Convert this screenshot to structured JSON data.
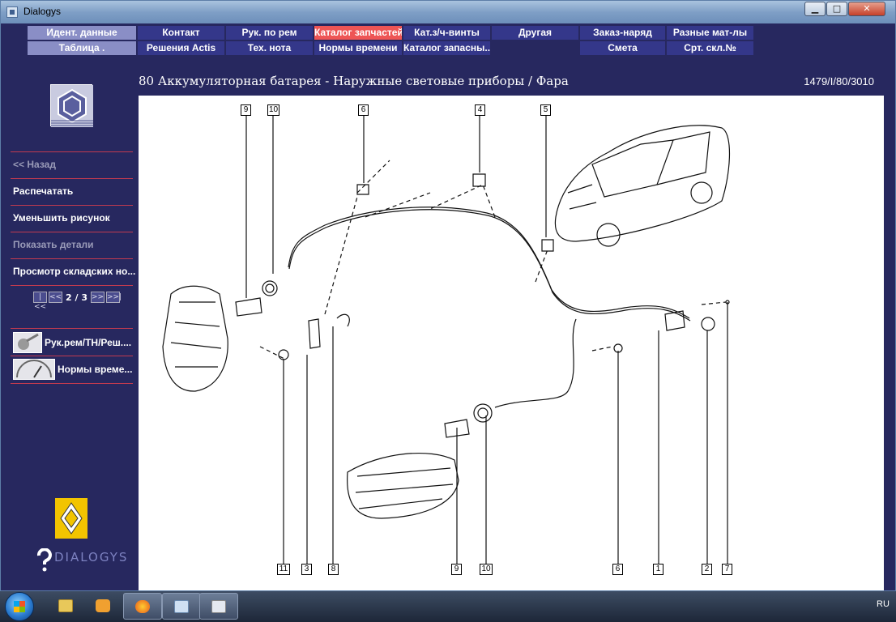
{
  "window": {
    "title": "Dialogys",
    "min_glyph": "▁",
    "max_glyph": "□",
    "close_glyph": "✕"
  },
  "tabs_row1": [
    "Идент. данные",
    "Контакт",
    "Рук. по рем",
    "Каталог запчастей",
    "Кат.з/ч-винты",
    "Другая",
    "Заказ-наряд",
    "Разные мат-лы"
  ],
  "tabs_row2": [
    "Таблица .",
    "Решения Actis",
    "Тех. нота",
    "Нормы времени",
    "Каталог запасны...",
    "",
    "Смета",
    "Срт. скл.№"
  ],
  "header": {
    "title": "80 Аккумуляторная батарея - Наружные световые приборы / Фара",
    "code": "1479/I/80/3010"
  },
  "sidebar": {
    "back": "<< Назад",
    "print": "Распечатать",
    "shrink": "Уменьшить рисунок",
    "show_details": "Показать детали",
    "warehouse": "Просмотр складских но...",
    "pager": {
      "first": "|<<",
      "prev": "<<",
      "text": "2 / 3",
      "next": ">>",
      "last": ">>|"
    },
    "links": [
      "Рук.рем/ТН/Реш....",
      "Нормы време..."
    ],
    "brand": "DIALOGYS"
  },
  "callouts": {
    "c9a": "9",
    "c10a": "10",
    "c6a": "6",
    "c4": "4",
    "c5": "5",
    "c11": "11",
    "c3": "3",
    "c8": "8",
    "c9b": "9",
    "c10b": "10",
    "c6b": "6",
    "c1": "1",
    "c2": "2",
    "c7": "7"
  },
  "taskbar": {
    "lang": "RU"
  },
  "colors": {
    "accent_tab": "#ee5555",
    "window_bg": "#27285f",
    "tab_light": "#8a8ec6",
    "tab_dark": "#34378a"
  },
  "icons": [
    "app-icon",
    "hex-nut-icon",
    "renault-logo-icon",
    "help-icon",
    "windows-start-icon",
    "folder-icon",
    "media-player-icon",
    "firefox-icon",
    "notepad-icon",
    "java-icon"
  ]
}
